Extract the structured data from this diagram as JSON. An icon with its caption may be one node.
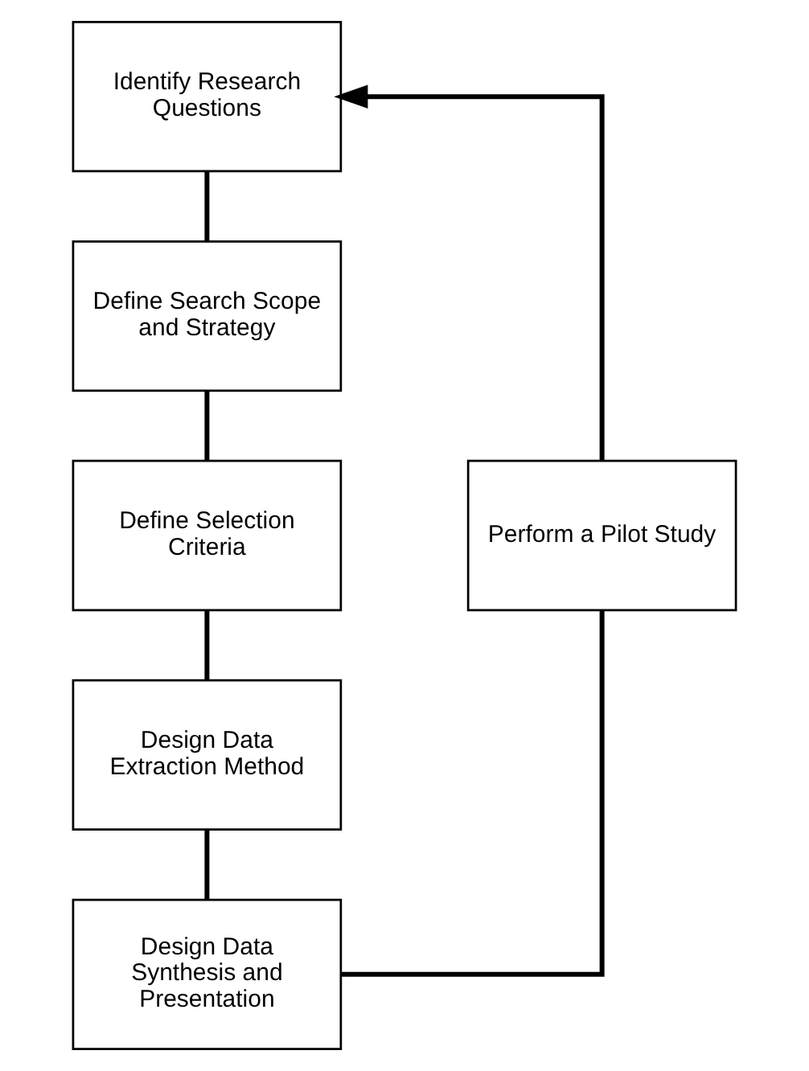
{
  "diagram": {
    "nodes": [
      {
        "text": [
          "Identify Research Questions"
        ]
      },
      {
        "text": [
          "Define Search Scope and Strategy"
        ]
      },
      {
        "text": [
          "Define Selection Criteria"
        ]
      },
      {
        "text": [
          "Design Data Extraction Method"
        ]
      },
      {
        "text": [
          "Design Data Synthesis and Presentation"
        ]
      },
      {
        "text": [
          "Perform a Pilot Study"
        ]
      }
    ],
    "edges": [
      {
        "from": 0,
        "to": 1,
        "arrow": "none"
      },
      {
        "from": 1,
        "to": 2,
        "arrow": "none"
      },
      {
        "from": 2,
        "to": 3,
        "arrow": "none"
      },
      {
        "from": 3,
        "to": 4,
        "arrow": "none"
      },
      {
        "from": 4,
        "to": 5,
        "arrow": "none"
      },
      {
        "from": 5,
        "to": 0,
        "arrow": "to"
      }
    ]
  }
}
